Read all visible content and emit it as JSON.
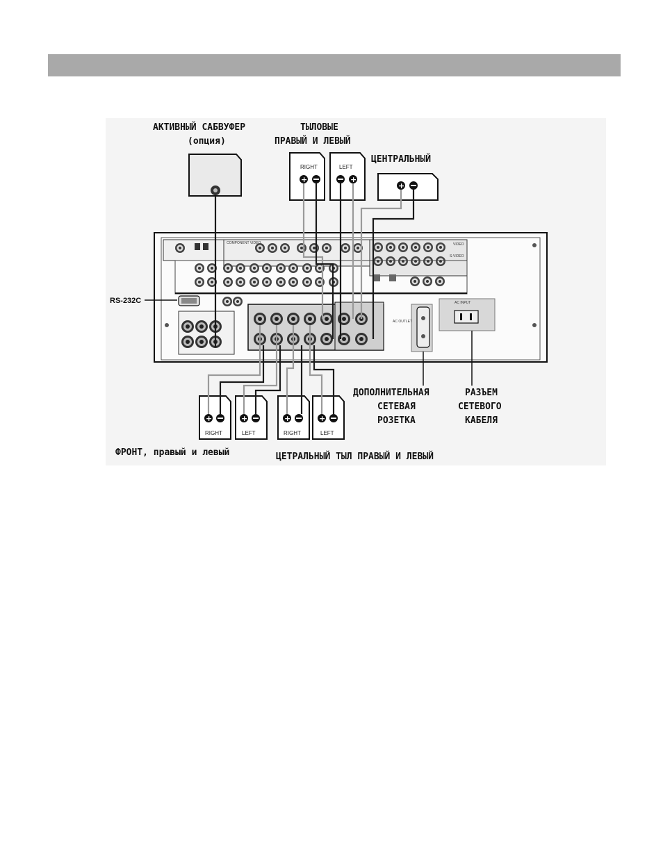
{
  "labels": {
    "subwoofer_line1": "АКТИВНЫЙ САБВУФЕР",
    "subwoofer_line2": "(опция)",
    "rear_line1": "ТЫЛОВЫЕ",
    "rear_line2": "ПРАВЫЙ И ЛЕВЫЙ",
    "center": "ЦЕНТРАЛЬНЫЙ",
    "rs232c": "RS-232C",
    "aux_outlet_line1": "ДОПОЛНИТЕЛЬНАЯ",
    "aux_outlet_line2": "СЕТЕВАЯ",
    "aux_outlet_line3": "РОЗЕТКА",
    "power_cable_line1": "РАЗЪЕМ",
    "power_cable_line2": "СЕТЕВОГО",
    "power_cable_line3": "КАБЕЛЯ",
    "front_caption": "ФРОНТ, правый и левый",
    "center_rear_caption": "ЦЕТРАЛЬНЫЙ ТЫЛ ПРАВЫЙ И ЛЕВЫЙ"
  },
  "speakers": {
    "rear_right": "RIGHT",
    "rear_left": "LEFT",
    "front_right": "RIGHT",
    "front_left": "LEFT",
    "center_rear_right": "RIGHT",
    "center_rear_left": "LEFT"
  },
  "panel": {
    "video": "VIDEO",
    "s_video": "S-VIDEO",
    "component_video": "COMPONENT VIDEO",
    "ac_outlet": "AC OUTLET",
    "ac_input": "AC INPUT"
  },
  "colors": {
    "header_bar": "#a9a9a9",
    "diagram_bg": "#f4f4f4"
  }
}
